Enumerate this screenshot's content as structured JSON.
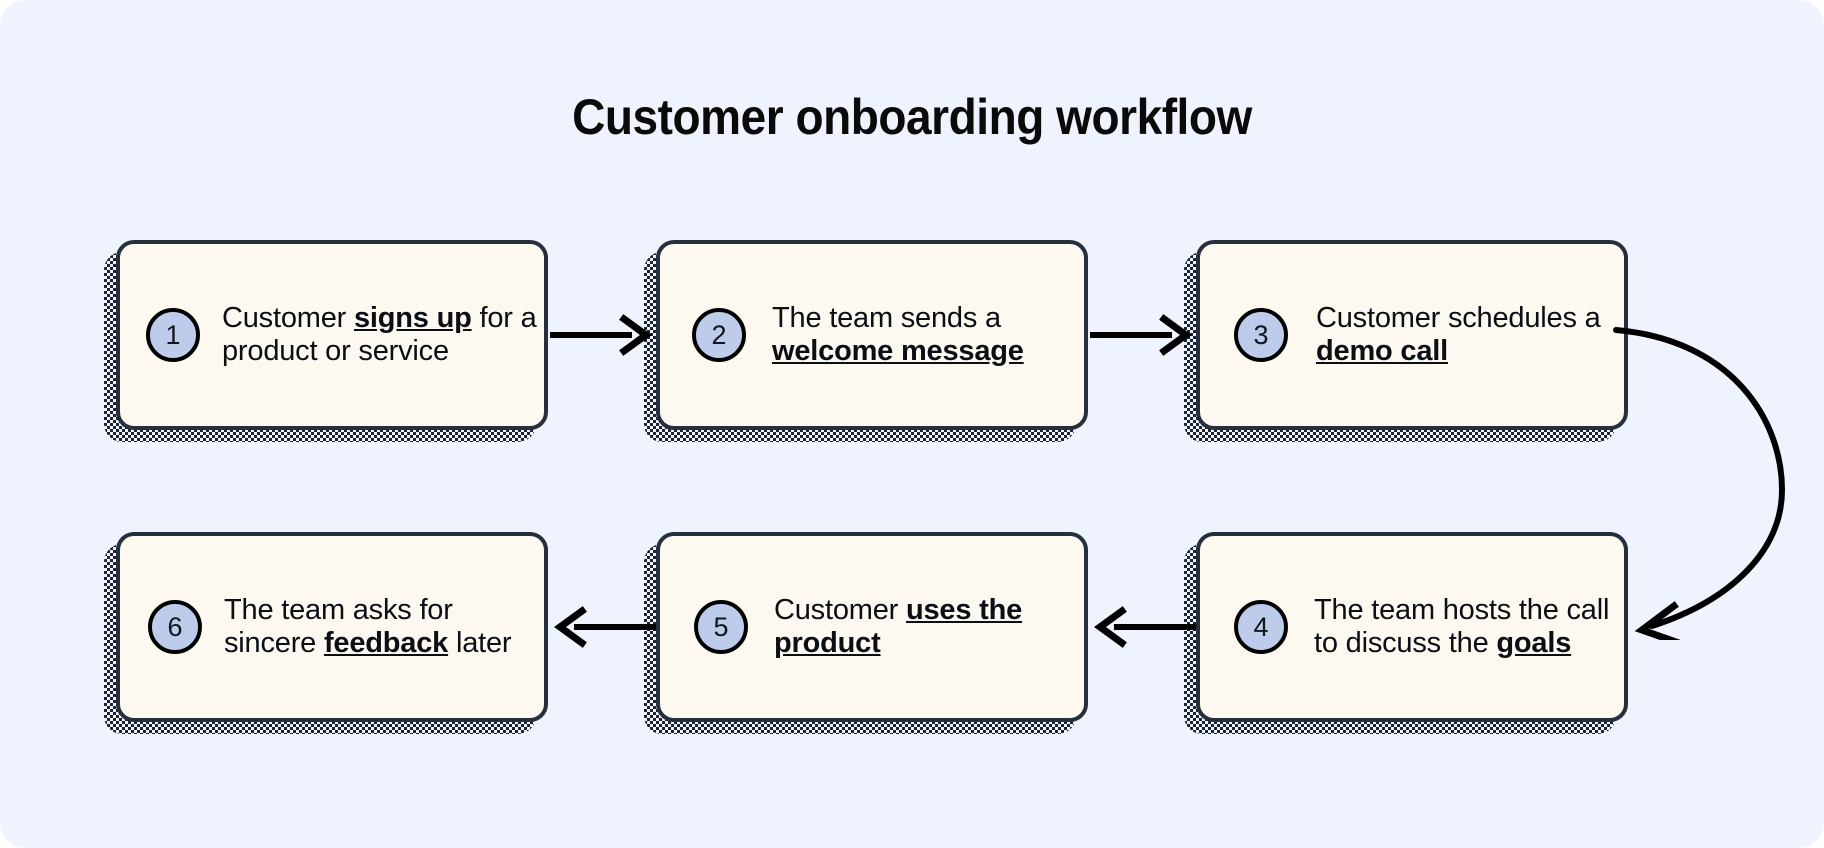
{
  "title": "Customer onboarding workflow",
  "colors": {
    "background": "#eef3fe",
    "card_fill": "#fdf8f0",
    "card_border": "#262f3d",
    "badge_fill": "#bcccea",
    "badge_border": "#000000",
    "text": "#0b0e13",
    "shadow": "#1d2430"
  },
  "diagram": {
    "type": "flowchart",
    "direction": "serpentine",
    "steps": [
      {
        "number": "1",
        "parts": [
          {
            "text": "Customer ",
            "emphasis": false
          },
          {
            "text": "signs up",
            "emphasis": true
          },
          {
            "text": " for a product or service",
            "emphasis": false
          }
        ],
        "plain": "Customer signs up for a product or service"
      },
      {
        "number": "2",
        "parts": [
          {
            "text": "The team sends a ",
            "emphasis": false
          },
          {
            "text": "welcome message",
            "emphasis": true
          }
        ],
        "plain": "The team sends a welcome message"
      },
      {
        "number": "3",
        "parts": [
          {
            "text": "Customer schedules a ",
            "emphasis": false
          },
          {
            "text": "demo call",
            "emphasis": true
          }
        ],
        "plain": "Customer schedules a demo call"
      },
      {
        "number": "4",
        "parts": [
          {
            "text": "The team hosts the call to discuss the ",
            "emphasis": false
          },
          {
            "text": "goals",
            "emphasis": true
          }
        ],
        "plain": "The team hosts the call to discuss the goals"
      },
      {
        "number": "5",
        "parts": [
          {
            "text": "Customer ",
            "emphasis": false
          },
          {
            "text": "uses the product",
            "emphasis": true
          }
        ],
        "plain": "Customer uses the product"
      },
      {
        "number": "6",
        "parts": [
          {
            "text": "The team asks for sincere ",
            "emphasis": false
          },
          {
            "text": "feedback",
            "emphasis": true
          },
          {
            "text": " later",
            "emphasis": false
          }
        ],
        "plain": "The team asks for sincere feedback later"
      }
    ],
    "connectors": [
      {
        "from": "1",
        "to": "2",
        "shape": "straight",
        "direction": "right"
      },
      {
        "from": "2",
        "to": "3",
        "shape": "straight",
        "direction": "right"
      },
      {
        "from": "3",
        "to": "4",
        "shape": "curved",
        "direction": "down-around"
      },
      {
        "from": "4",
        "to": "5",
        "shape": "straight",
        "direction": "left"
      },
      {
        "from": "5",
        "to": "6",
        "shape": "straight",
        "direction": "left"
      }
    ]
  }
}
